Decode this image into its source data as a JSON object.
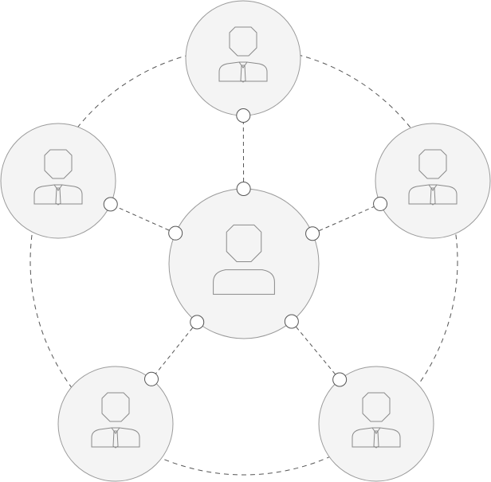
{
  "diagram": {
    "type": "hub-and-spoke network",
    "center_node": {
      "icon": "person-icon"
    },
    "outer_nodes": [
      {
        "icon": "person-with-tie-icon"
      },
      {
        "icon": "person-with-tie-icon"
      },
      {
        "icon": "person-with-tie-icon"
      },
      {
        "icon": "person-with-tie-icon"
      },
      {
        "icon": "person-with-tie-icon"
      }
    ],
    "connector_style": "dashed",
    "ring_style": "dashed",
    "colors": {
      "background": "#ffffff",
      "node_fill": "#f4f4f4",
      "node_stroke": "#9a9a9a",
      "icon_stroke": "#8a8a8a",
      "connector": "#555555"
    }
  }
}
